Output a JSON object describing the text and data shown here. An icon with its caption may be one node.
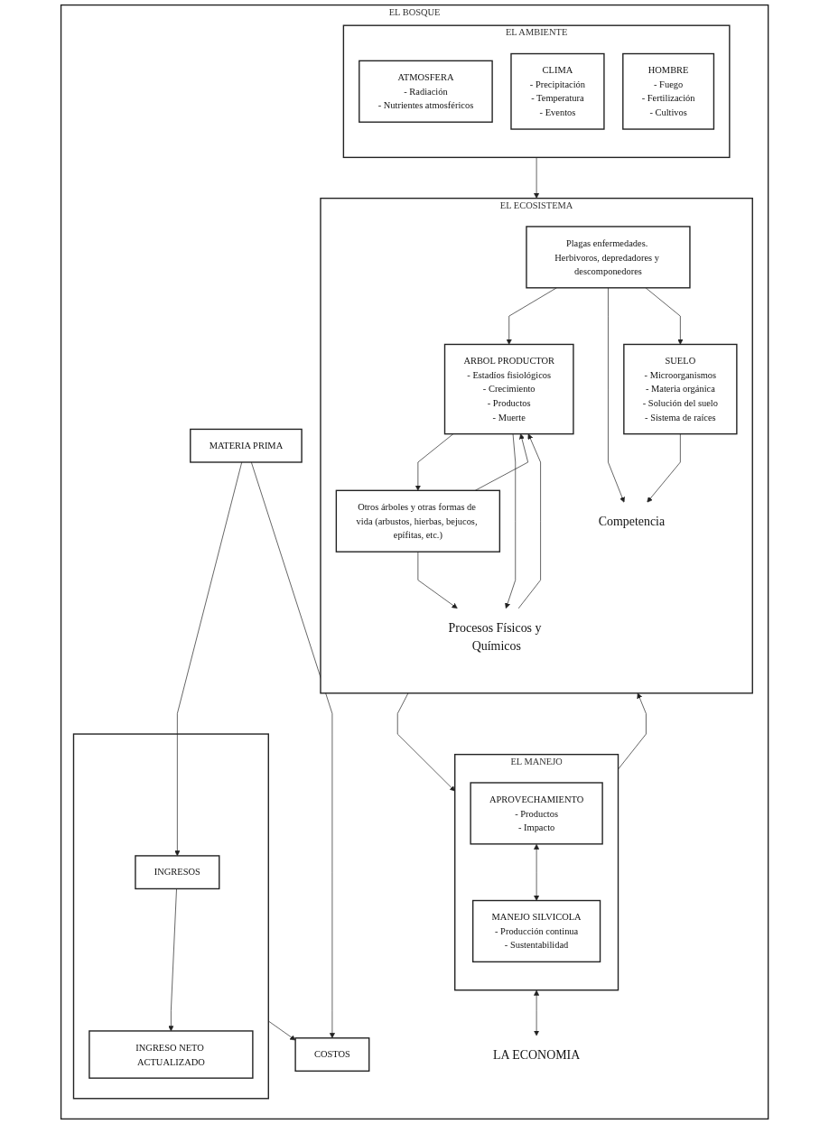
{
  "diagram": {
    "nodes": [
      {
        "text": [
          "EL BOSQUE"
        ]
      },
      {
        "text": [
          "EL AMBIENTE"
        ],
        "in": 0
      },
      {
        "text": [
          "ATMOSFERA",
          "- Radiación",
          "- Nutrientes atmosféricos"
        ],
        "in": 1
      },
      {
        "text": [
          "CLIMA",
          "- Precipitación",
          "- Temperatura",
          "- Eventos"
        ],
        "in": 1
      },
      {
        "text": [
          "HOMBRE",
          "- Fuego",
          "- Fertilización",
          "- Cultivos"
        ],
        "in": 1
      },
      {
        "text": [
          "EL ECOSISTEMA"
        ],
        "in": 0
      },
      {
        "text": [
          "ARBOL PRODUCTOR",
          "- Estadíos fisiológicos",
          "- Crecimiento",
          "- Productos",
          "- Muerte"
        ],
        "in": 5
      },
      {
        "text": [
          "Otros árboles y otras formas de vida (arbustos, hierbas, bejucos, epífitas, etc.)"
        ],
        "in": 5
      },
      {
        "text": [
          "Procesos Físicos y Químicos"
        ],
        "in": 5
      },
      {
        "text": [
          "Competencia"
        ],
        "in": 5
      },
      {
        "text": [
          "SUELO",
          "- Microorganismos",
          "- Materia orgánica",
          "- Solución del suelo",
          "- Sistema de raíces"
        ],
        "in": 5
      },
      {
        "text": [
          "Plagas enfermedades. Herbivoros, depredadores y descomponedores"
        ],
        "in": 5
      },
      {
        "text": [
          "EL MANEJO"
        ],
        "in": 0
      },
      {
        "text": [
          "APROVECHAMIENTO",
          "- Productos",
          "- Impacto"
        ],
        "in": 12
      },
      {
        "text": [
          "MANEJO SILVICOLA",
          "- Producción continua",
          "- Sustentabilidad"
        ],
        "in": 12
      },
      {
        "text": [
          "LA ECONOMIA"
        ],
        "in": 0
      },
      {
        "text": [
          "MATERIA PRIMA"
        ],
        "in": 0
      },
      {
        "text": [
          "COSTOS"
        ],
        "in": 0
      },
      {
        "text": [],
        "shape": "box",
        "in": 0
      },
      {
        "text": [
          "INGRESOS"
        ],
        "in": 18
      },
      {
        "text": [
          "INGRESO NETO ACTUALIZADO"
        ],
        "in": 18
      }
    ],
    "edges": [
      {
        "from": 1,
        "to": 5,
        "arrow": "to"
      },
      {
        "from": 11,
        "to": 6,
        "arrow": "to"
      },
      {
        "from": 7,
        "to": 6,
        "arrow": "to"
      },
      {
        "from": 6,
        "to": 7,
        "arrow": "to"
      },
      {
        "from": 6,
        "to": 8,
        "arrow": "to"
      },
      {
        "from": 8,
        "to": 6,
        "arrow": "to"
      },
      {
        "from": 7,
        "to": 8,
        "arrow": "to"
      },
      {
        "from": 10,
        "to": 9,
        "arrow": "to"
      },
      {
        "from": 11,
        "to": 9,
        "arrow": "to"
      },
      {
        "from": 11,
        "to": 10,
        "arrow": "to"
      },
      {
        "from": 12,
        "to": 5,
        "arrow": "to"
      },
      {
        "from": 5,
        "to": 12,
        "arrow": "to"
      },
      {
        "from": 13,
        "to": 14,
        "arrow": "both"
      },
      {
        "from": 12,
        "to": 15,
        "arrow": "both"
      },
      {
        "from": 16,
        "to": 17,
        "arrow": "to"
      },
      {
        "from": 16,
        "to": 19,
        "arrow": "to"
      },
      {
        "from": 18,
        "to": 17,
        "arrow": "to"
      },
      {
        "from": 19,
        "to": 20,
        "arrow": "to"
      }
    ]
  }
}
